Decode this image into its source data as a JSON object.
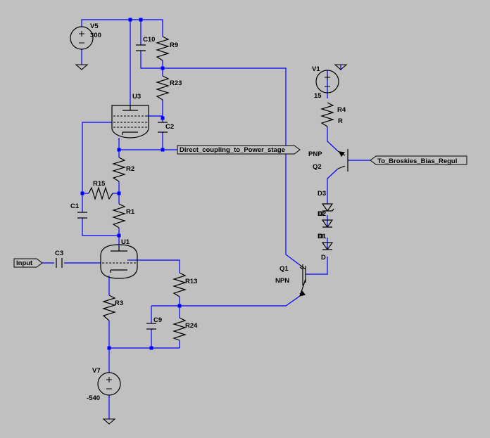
{
  "components": {
    "v5": {
      "name": "V5",
      "value": "300"
    },
    "v1": {
      "name": "V1",
      "value": "15"
    },
    "v7": {
      "name": "V7",
      "value": "-540"
    },
    "c10": "C10",
    "r9": "R9",
    "r23": "R23",
    "u3": "U3",
    "c2": "C2",
    "r2": "R2",
    "r15": "R15",
    "c1": "C1",
    "r1": "R1",
    "u1": "U1",
    "c3": "C3",
    "r13": "R13",
    "r3": "R3",
    "c9": "C9",
    "r24": "R24",
    "r4": {
      "name": "R4",
      "value": "R"
    },
    "q2": {
      "name": "Q2",
      "model": "PNP"
    },
    "q1": {
      "name": "Q1",
      "model": "NPN"
    },
    "d3": "D3",
    "d2": {
      "name": "D2",
      "value": "D"
    },
    "d1": {
      "name": "D1",
      "value": "D"
    },
    "d": "D"
  },
  "net_labels": {
    "input": "Input",
    "direct": "Direct_coupling_to_Power_stage",
    "bias": "To_Broskies_Bias_Regul"
  },
  "colors": {
    "background": "#c0c0c0",
    "wire": "#0000ff",
    "symbol": "#000000"
  }
}
